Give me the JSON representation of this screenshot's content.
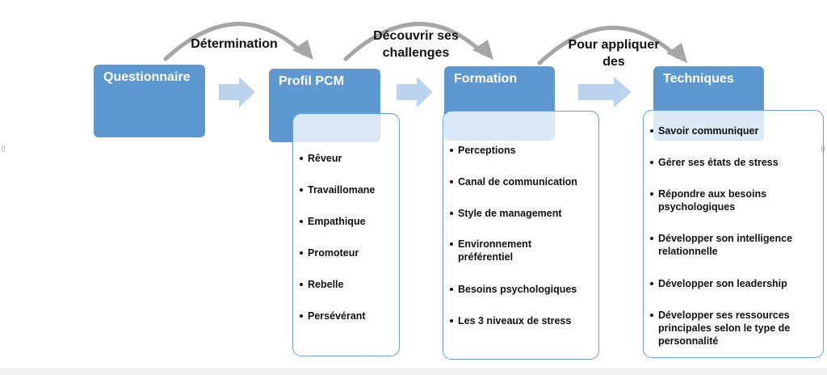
{
  "diagram": {
    "stages": [
      {
        "title": "Questionnaire"
      },
      {
        "title": "Profil PCM"
      },
      {
        "title": "Formation"
      },
      {
        "title": "Techniques"
      }
    ],
    "connectors": [
      {
        "label": "Détermination"
      },
      {
        "label": "Découvrir ses challenges"
      },
      {
        "label": "Pour appliquer des"
      }
    ],
    "profil_items": [
      "Rêveur",
      "Travaillomane",
      "Empathique",
      "Promoteur",
      "Rebelle",
      "Persévérant"
    ],
    "formation_items": [
      "Perceptions",
      "Canal de communication",
      "Style de management",
      "Environnement préférentiel",
      "Besoins psychologiques",
      "Les 3 niveaux de stress"
    ],
    "techniques_items": [
      "Savoir communiquer",
      "Gérer ses états de stress",
      "Répondre aux besoins psychologiques",
      "Développer son intelligence relationnelle",
      "Développer son leadership",
      "Développer ses ressources principales selon le type de personnalité"
    ]
  },
  "colors": {
    "stage_fill": "#5e98d1",
    "panel_border": "#6b9fd6",
    "arrow_fill": "#bcd3ee",
    "curve_stroke": "#a6a6a6"
  }
}
